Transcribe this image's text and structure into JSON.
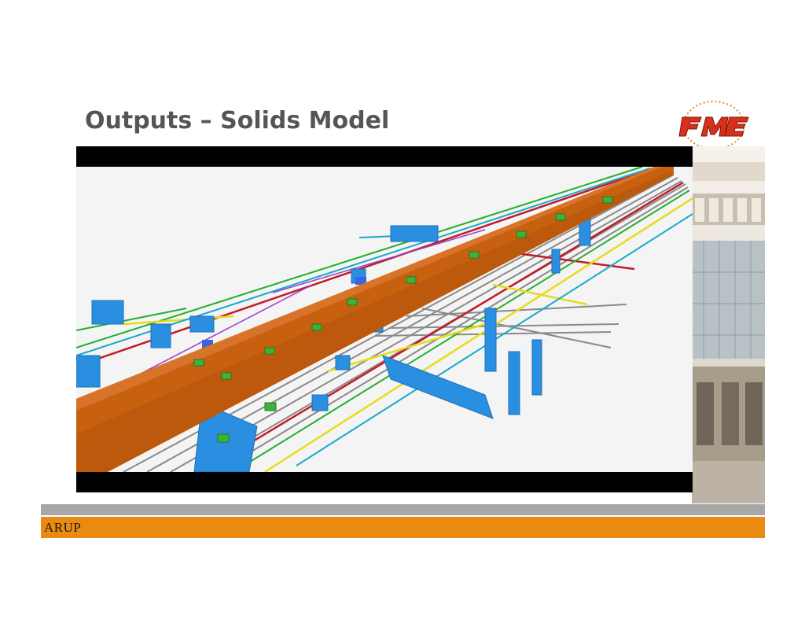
{
  "slide": {
    "title": "Outputs – Solids Model"
  },
  "logo": {
    "name": "FME",
    "icon": "fme-logo"
  },
  "footer": {
    "brand": "ARUP"
  },
  "colors": {
    "title": "#555555",
    "footer_grey": "#a7a7a7",
    "footer_orange": "#ea8a10",
    "tunnel_orange": "#c7600f",
    "structure_blue": "#2a8fe0",
    "video_frame": "#000000"
  }
}
